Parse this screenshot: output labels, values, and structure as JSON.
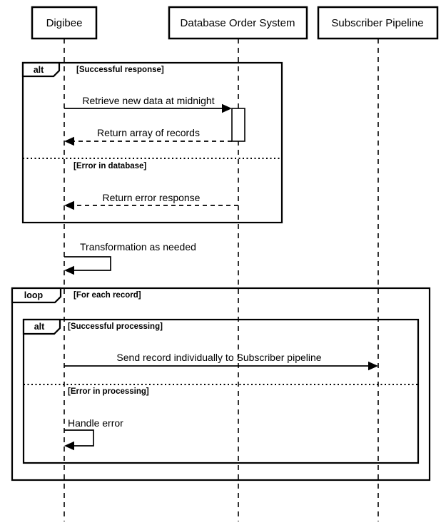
{
  "diagram": {
    "type": "uml-sequence-diagram",
    "colors": {
      "line": "#000000",
      "background": "#ffffff"
    },
    "participants": [
      {
        "name": "Digibee"
      },
      {
        "name": "Database Order System"
      },
      {
        "name": "Subscriber Pipeline"
      }
    ],
    "fragments": [
      {
        "operator": "alt",
        "guards": [
          "[Successful response]",
          "[Error in database]"
        ]
      },
      {
        "operator": "loop",
        "guards": [
          "[For each record]"
        ]
      },
      {
        "operator": "alt",
        "guards": [
          "[Successful processing]",
          "[Error in processing]"
        ]
      }
    ],
    "messages": [
      {
        "text": "Retrieve new data at midnight",
        "from": "Digibee",
        "to": "Database Order System",
        "line": "solid"
      },
      {
        "text": "Return array of records",
        "from": "Database Order System",
        "to": "Digibee",
        "line": "dashed"
      },
      {
        "text": "Return error response",
        "from": "Database Order System",
        "to": "Digibee",
        "line": "dashed"
      },
      {
        "text": "Transformation as needed",
        "from": "Digibee",
        "to": "Digibee",
        "line": "self"
      },
      {
        "text": "Send record individually to Subscriber pipeline",
        "from": "Digibee",
        "to": "Subscriber Pipeline",
        "line": "solid"
      },
      {
        "text": "Handle error",
        "from": "Digibee",
        "to": "Digibee",
        "line": "self"
      }
    ]
  }
}
